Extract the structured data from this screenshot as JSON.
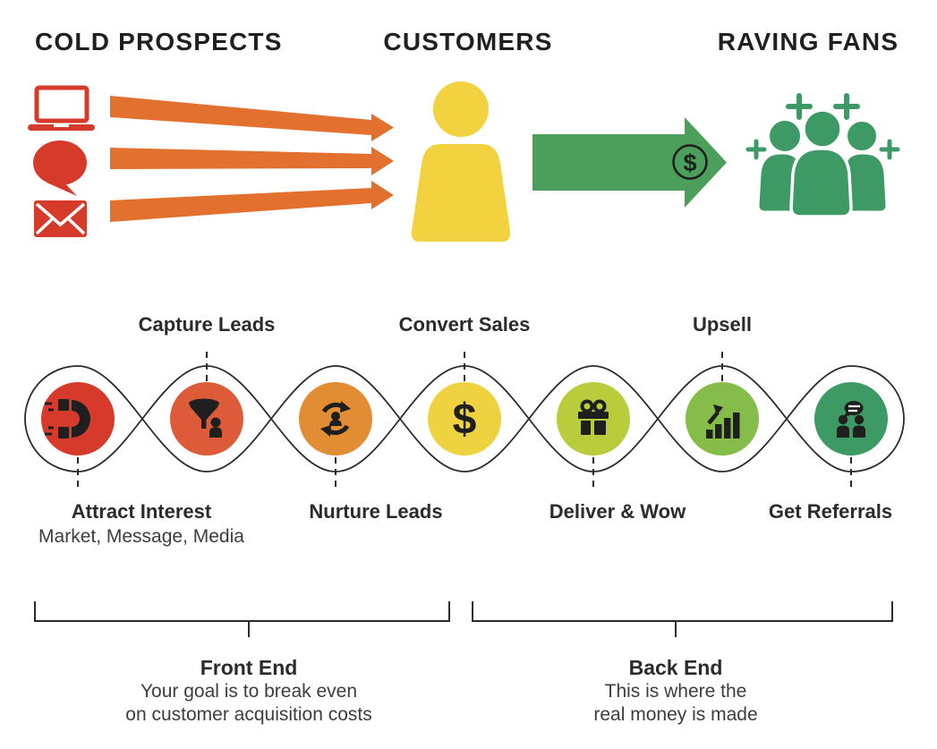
{
  "title": "Customer value journey funnel diagram",
  "stages": {
    "cold_prospects": "COLD PROSPECTS",
    "customers": "CUSTOMERS",
    "raving_fans": "RAVING FANS"
  },
  "pipeline": {
    "dollar_symbol": "$",
    "steps": [
      {
        "label": "Attract Interest",
        "sublabel": "Market, Message, Media",
        "color": "#d63a2b",
        "icon": "magnet-icon",
        "label_position": "below"
      },
      {
        "label": "Capture Leads",
        "color": "#dd5b38",
        "icon": "funnel-user-icon",
        "label_position": "above"
      },
      {
        "label": "Nurture Leads",
        "color": "#e28d33",
        "icon": "nurture-cycle-icon",
        "label_position": "below"
      },
      {
        "label": "Convert Sales",
        "color": "#efd23f",
        "icon": "dollar-icon",
        "label_position": "above"
      },
      {
        "label": "Deliver & Wow",
        "color": "#b8cc3c",
        "icon": "gift-icon",
        "label_position": "below"
      },
      {
        "label": "Upsell",
        "color": "#86bc49",
        "icon": "growth-chart-icon",
        "label_position": "above"
      },
      {
        "label": "Get Referrals",
        "color": "#3e9a64",
        "icon": "referral-chat-icon",
        "label_position": "below"
      }
    ]
  },
  "sections": {
    "front_end": {
      "title": "Front End",
      "line1": "Your goal is to break even",
      "line2": "on customer acquisition costs"
    },
    "back_end": {
      "title": "Back End",
      "line1": "This is where the",
      "line2": "real money is made"
    }
  },
  "icons": {
    "cold_prospect_channels": [
      "laptop-icon",
      "speech-bubble-icon",
      "envelope-icon"
    ],
    "customer": "person-icon",
    "raving_fans": "people-group-plus-icon",
    "money_arrow_badge": "dollar-circle-icon"
  },
  "colors": {
    "red": "#d63a2b",
    "orange_arrow": "#e2712f",
    "yellow_person": "#f2d23e",
    "green_arrow": "#4c9f5b",
    "fan_green": "#3e9a64",
    "ink": "#231f20"
  }
}
